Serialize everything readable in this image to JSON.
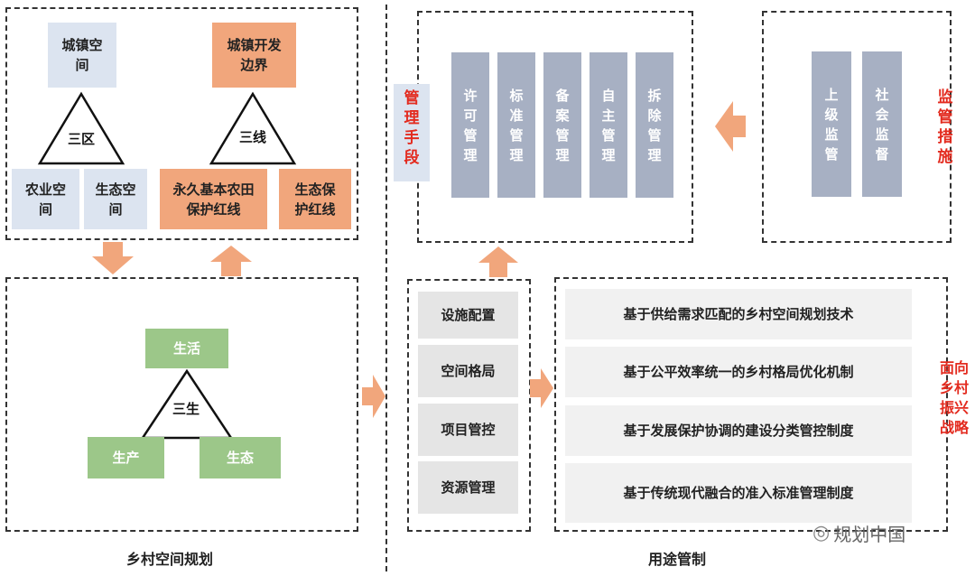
{
  "left_top": {
    "urban_space": "城镇空间",
    "three_zones": "三区",
    "agri_space": "农业空间",
    "eco_space": "生态空间",
    "urban_boundary": "城镇开发边界",
    "three_lines": "三线",
    "farmland_redline": "永久基本农田保护红线",
    "eco_redline": "生态保护红线"
  },
  "left_bottom": {
    "living": "生活",
    "three_life": "三生",
    "production": "生产",
    "ecology": "生态"
  },
  "left_caption": "乡村空间规划",
  "right_caption": "用途管制",
  "management_means": {
    "label": "管理手段",
    "items": [
      "许可管理",
      "标准管理",
      "备案管理",
      "自主管理",
      "拆除管理"
    ]
  },
  "supervision": {
    "label": "监管措施",
    "items": [
      "上级监管",
      "社会监督"
    ]
  },
  "controls": [
    "设施配置",
    "空间格局",
    "项目管控",
    "资源管理"
  ],
  "strategies": [
    "基于供给需求匹配的乡村空间规划技术",
    "基于公平效率统一的乡村格局优化机制",
    "基于发展保护协调的建设分类管控制度",
    "基于传统现代融合的准入标准管理制度"
  ],
  "rural_label": "面向乡村振兴战略",
  "watermark": "规划中国",
  "colors": {
    "blue_box": "#dce4f0",
    "orange_box": "#f1a67c",
    "green_box": "#9cc789",
    "gray_vertical": "#a7b0c3",
    "red_label": "#e32b1f",
    "arrow": "#f1a67c"
  }
}
